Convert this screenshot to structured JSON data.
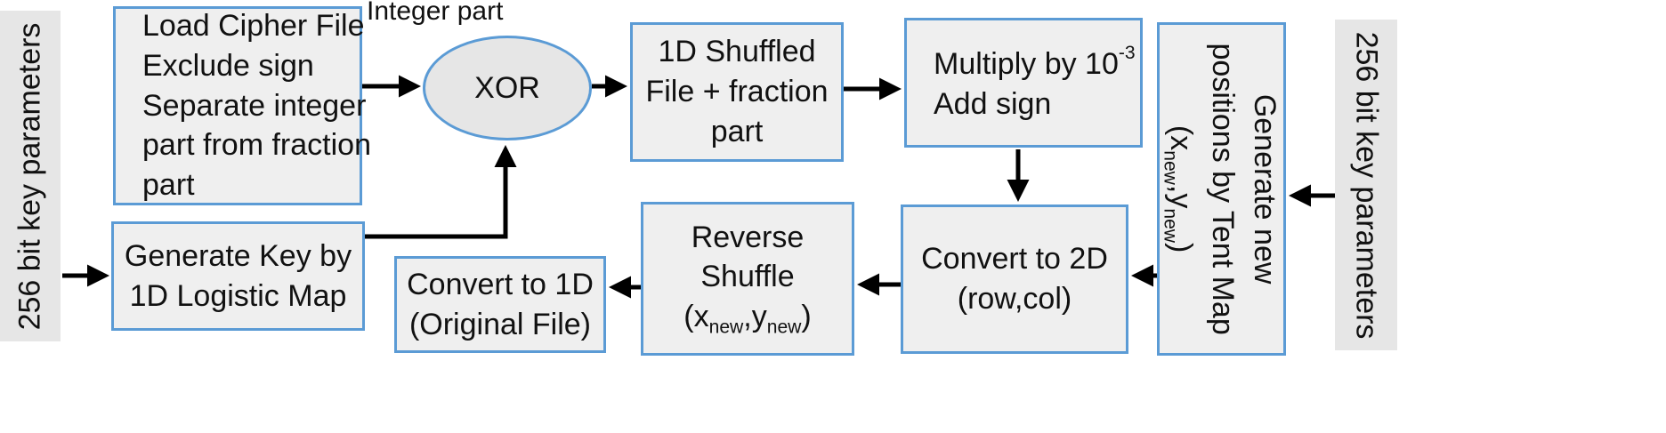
{
  "left_key_label": "256 bit key parameters",
  "right_key_label": "256 bit key parameters",
  "integer_part_label": "Integer part",
  "load_box": {
    "lines": [
      "Load Cipher File",
      "Exclude sign",
      "Separate integer",
      "part from fraction",
      "part"
    ]
  },
  "generate_key_box": {
    "lines": [
      "Generate Key by",
      "1D Logistic Map"
    ]
  },
  "xor_label": "XOR",
  "shuffled_box": {
    "lines": [
      "1D Shuffled",
      "File + fraction",
      "part"
    ]
  },
  "multiply_box": {
    "line1_text": "Multiply by 10",
    "line1_exp": "-3",
    "line2": "Add sign"
  },
  "tent_box": {
    "line1": "Generate  new",
    "line2": "positions by Tent Map",
    "coord_open": "(x",
    "coord_sub1": "new",
    "coord_sep": ",y",
    "coord_sub2": "new",
    "coord_close": ")"
  },
  "convert2d_box": {
    "lines": [
      "Convert to 2D",
      "(row,col)"
    ]
  },
  "reverse_box": {
    "line1": "Reverse",
    "line2": "Shuffle",
    "coord_open": "(x",
    "coord_sub1": "new",
    "coord_sep": ",y",
    "coord_sub2": "new",
    "coord_close": ")"
  },
  "convert1d_box": {
    "lines": [
      "Convert to 1D",
      "(Original File)"
    ]
  }
}
